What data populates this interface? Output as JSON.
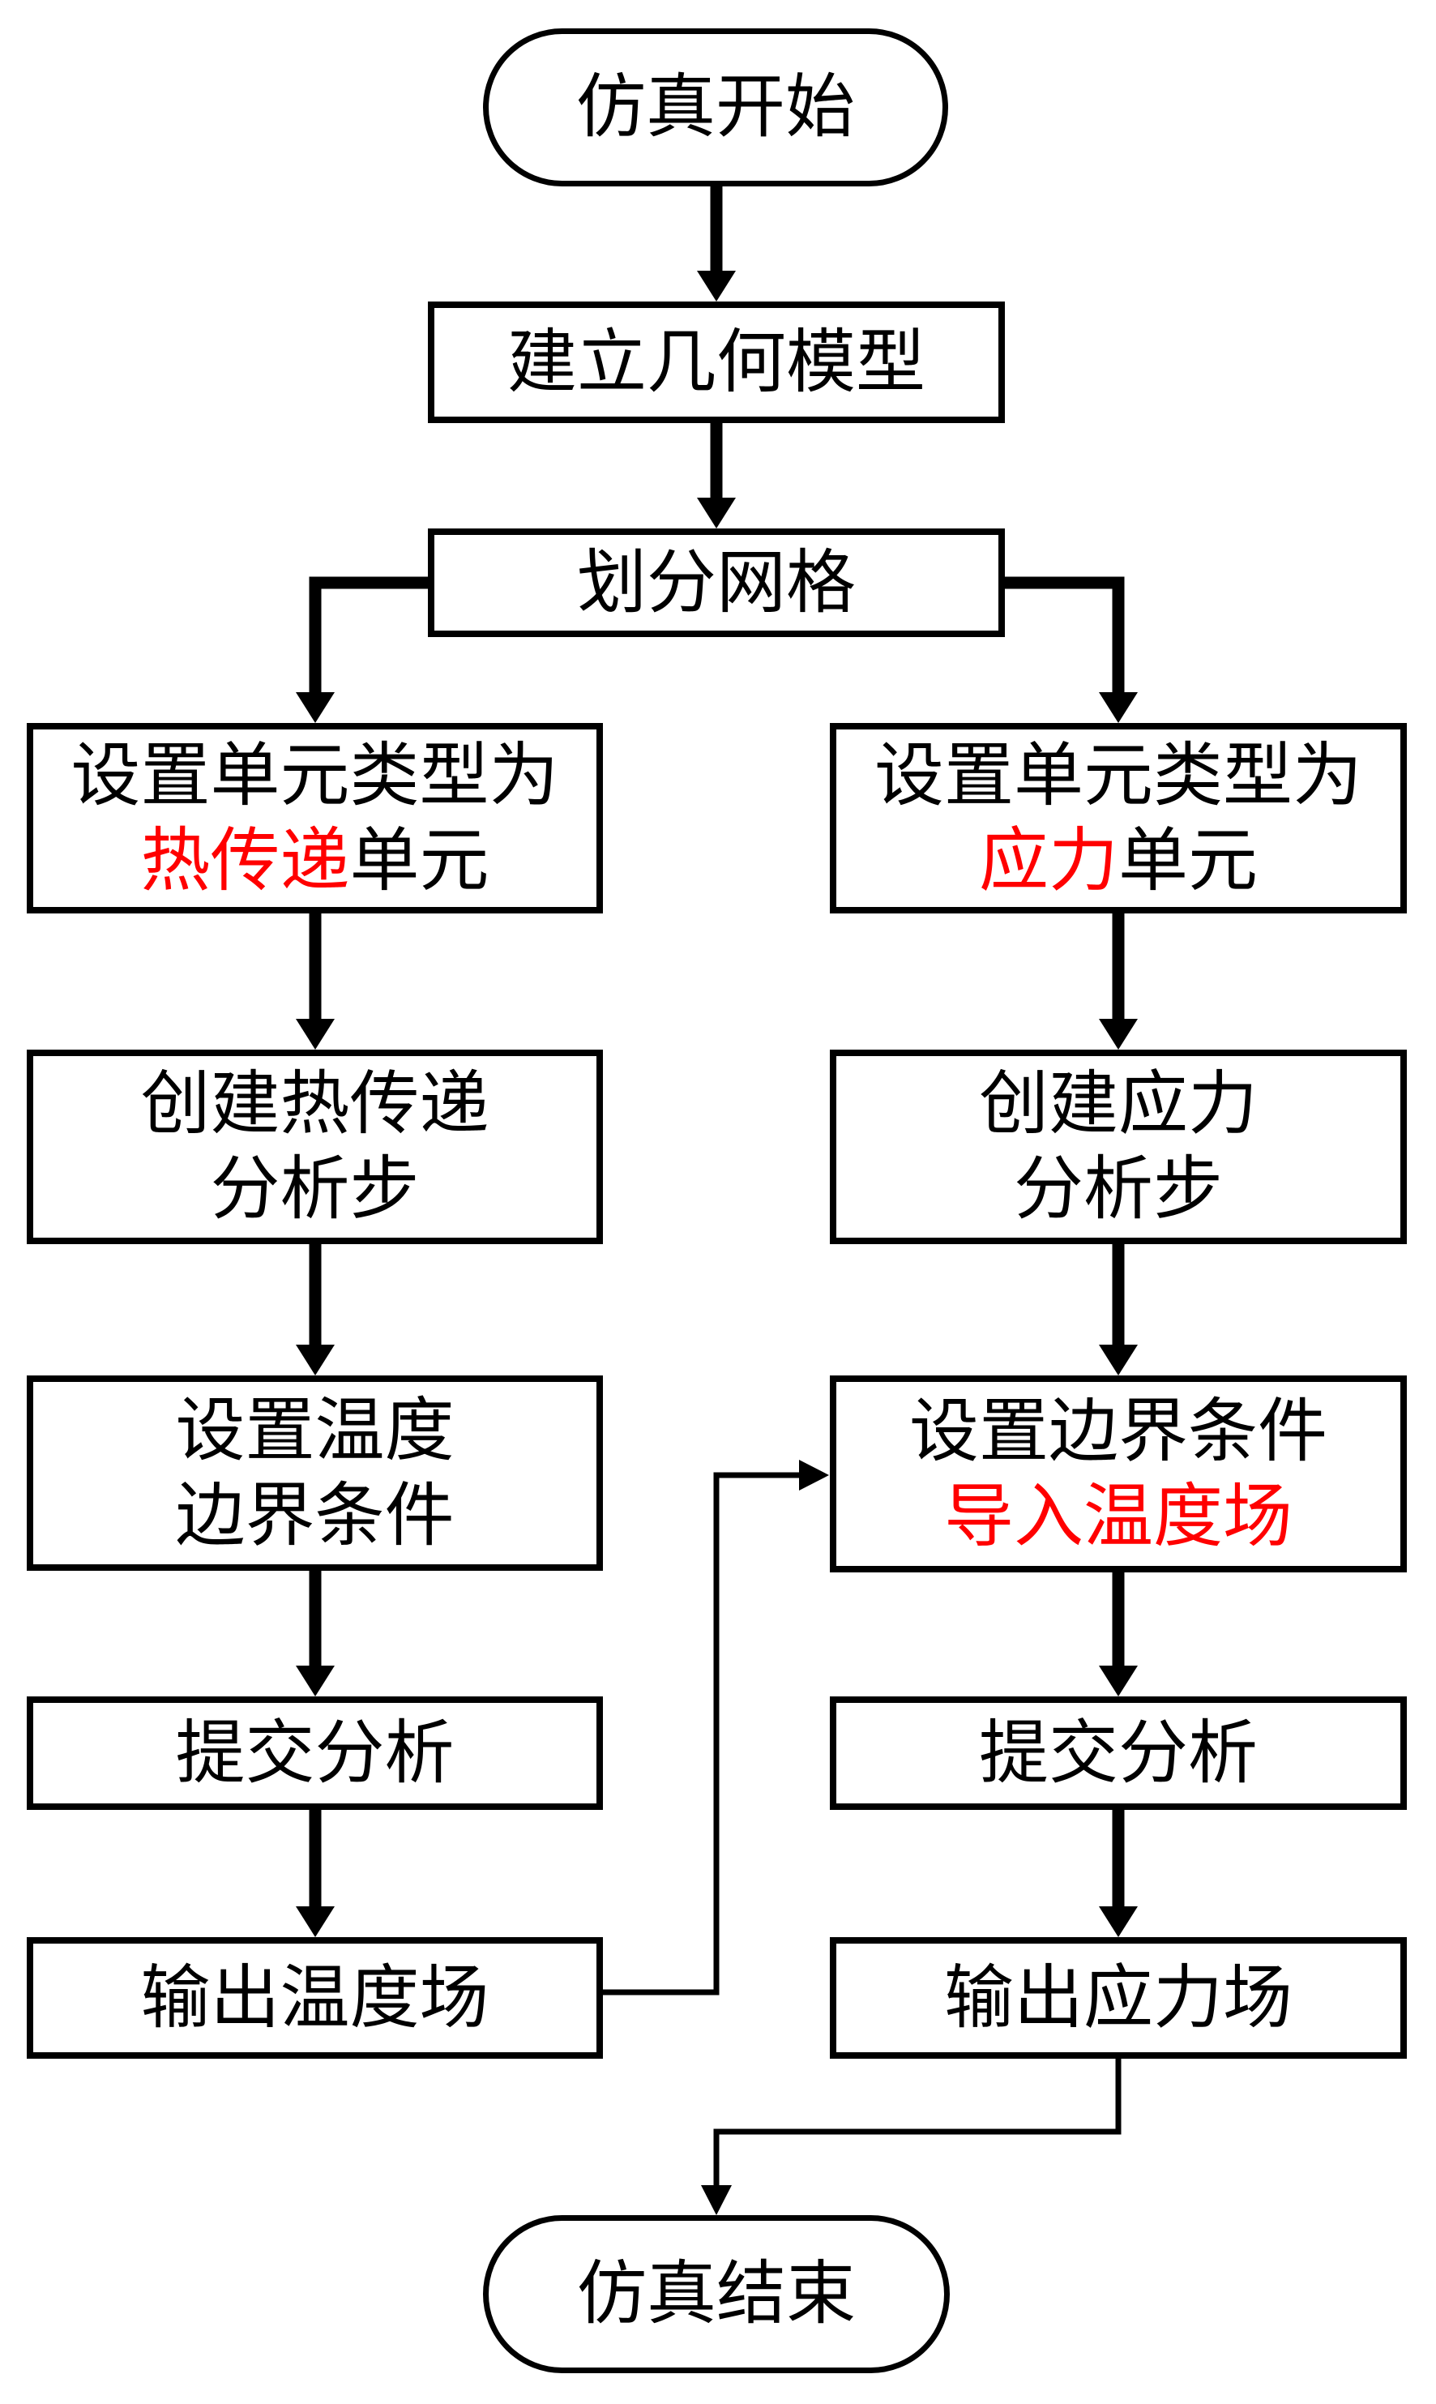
{
  "colors": {
    "highlight": "#ff0000",
    "line": "#000000",
    "background": "#ffffff"
  },
  "nodes": {
    "start": {
      "label": "仿真开始"
    },
    "build_model": {
      "label": "建立几何模型"
    },
    "mesh": {
      "label": "划分网格"
    },
    "left_set_element": {
      "line1": "设置单元类型为",
      "line2_red": "热传递",
      "line2_black": "单元"
    },
    "right_set_element": {
      "line1": "设置单元类型为",
      "line2_red": "应力",
      "line2_black": "单元"
    },
    "left_create_step": {
      "line1": "创建热传递",
      "line2": "分析步"
    },
    "right_create_step": {
      "line1": "创建应力",
      "line2": "分析步"
    },
    "left_boundary": {
      "line1": "设置温度",
      "line2": "边界条件"
    },
    "right_boundary": {
      "line1": "设置边界条件",
      "line2_red": "导入温度场"
    },
    "left_submit": {
      "label": "提交分析"
    },
    "right_submit": {
      "label": "提交分析"
    },
    "left_output": {
      "label": "输出温度场"
    },
    "right_output": {
      "label": "输出应力场"
    },
    "end": {
      "label": "仿真结束"
    }
  },
  "edges": [
    {
      "from": "start",
      "to": "build_model"
    },
    {
      "from": "build_model",
      "to": "mesh"
    },
    {
      "from": "mesh",
      "to": "left_set_element"
    },
    {
      "from": "mesh",
      "to": "right_set_element"
    },
    {
      "from": "left_set_element",
      "to": "left_create_step"
    },
    {
      "from": "left_create_step",
      "to": "left_boundary"
    },
    {
      "from": "left_boundary",
      "to": "left_submit"
    },
    {
      "from": "left_submit",
      "to": "left_output"
    },
    {
      "from": "right_set_element",
      "to": "right_create_step"
    },
    {
      "from": "right_create_step",
      "to": "right_boundary"
    },
    {
      "from": "right_boundary",
      "to": "right_submit"
    },
    {
      "from": "right_submit",
      "to": "right_output"
    },
    {
      "from": "left_output",
      "to": "right_boundary"
    },
    {
      "from": "right_output",
      "to": "end"
    }
  ]
}
